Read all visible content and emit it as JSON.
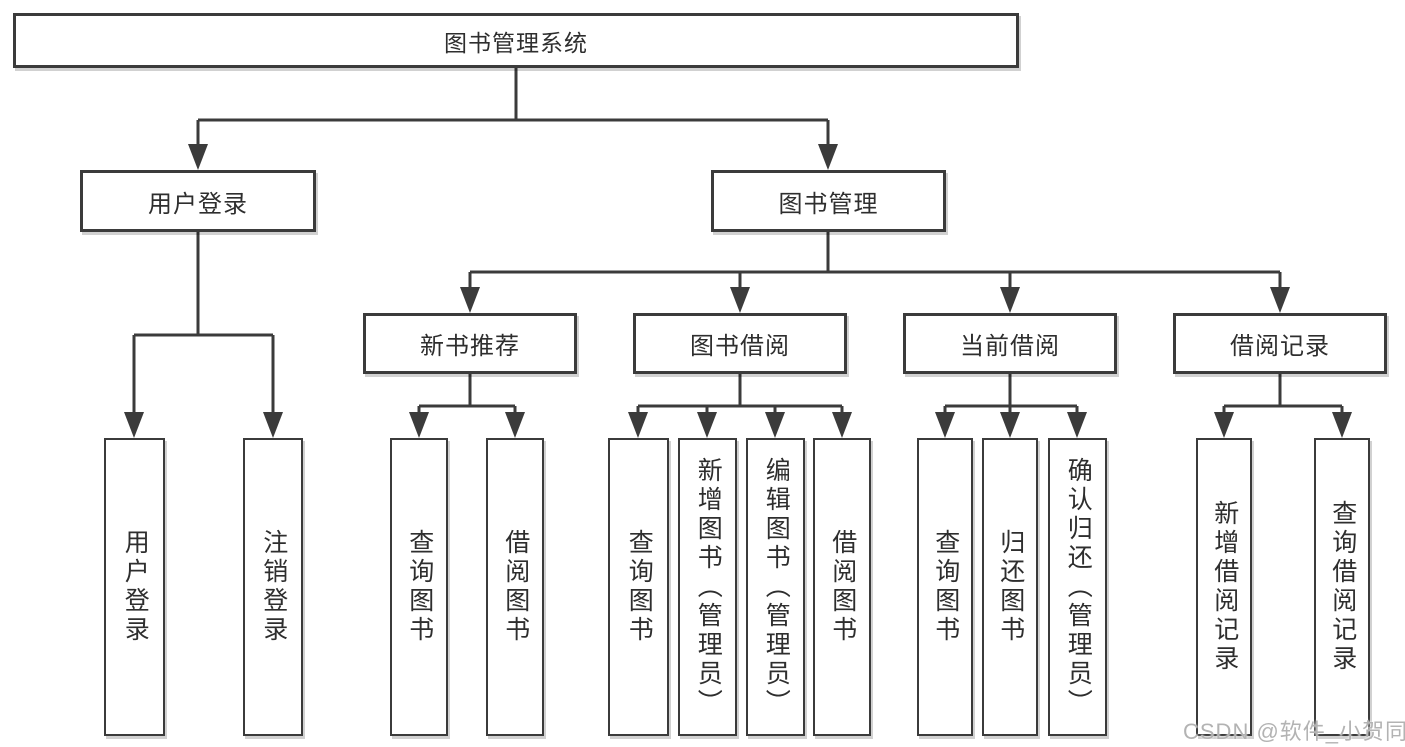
{
  "tree": {
    "label": "图书管理系统",
    "children": [
      {
        "label": "用户登录",
        "children": [
          {
            "label": "用户登录"
          },
          {
            "label": "注销登录"
          }
        ]
      },
      {
        "label": "图书管理",
        "children": [
          {
            "label": "新书推荐",
            "children": [
              {
                "label": "查询图书"
              },
              {
                "label": "借阅图书"
              }
            ]
          },
          {
            "label": "图书借阅",
            "children": [
              {
                "label": "查询图书"
              },
              {
                "label": "新增图书（管理员）"
              },
              {
                "label": "编辑图书（管理员）"
              },
              {
                "label": "借阅图书"
              }
            ]
          },
          {
            "label": "当前借阅",
            "children": [
              {
                "label": "查询图书"
              },
              {
                "label": "归还图书"
              },
              {
                "label": "确认归还（管理员）"
              }
            ]
          },
          {
            "label": "借阅记录",
            "children": [
              {
                "label": "新增借阅记录"
              },
              {
                "label": "查询借阅记录"
              }
            ]
          }
        ]
      }
    ]
  },
  "watermark": {
    "text": "CSDN @软件_小贺同学"
  },
  "colors": {
    "line": "#3b3b3b",
    "text": "#2e2e2e",
    "background": "#ffffff",
    "watermark": "#b3b3b3"
  }
}
